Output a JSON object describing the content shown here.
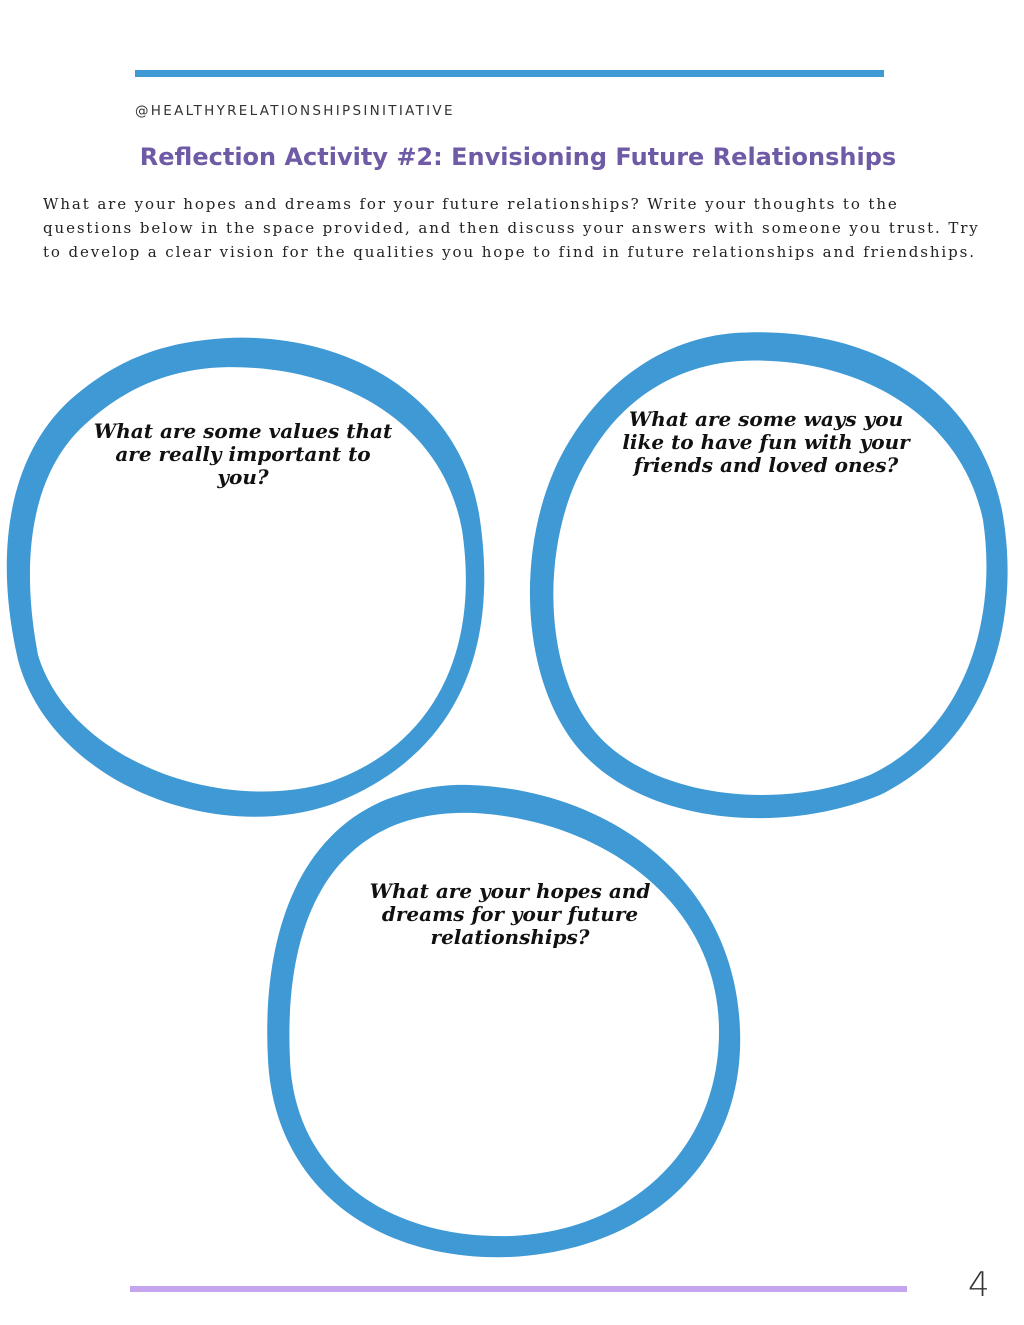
{
  "header": {
    "handle": "@HEALTHYRELATIONSHIPSINITIATIVE",
    "title": "Reflection Activity #2: Envisioning Future Relationships"
  },
  "intro": "What are your hopes and dreams for your future relationships? Write your thoughts to the questions below in the space provided, and then discuss your answers with someone you trust. Try to develop a clear vision for the qualities you hope to find in future relationships and friendships.",
  "questions": [
    {
      "text": "What are some values that are really important to you?"
    },
    {
      "text": "What are some ways you like to have fun with your friends and loved ones?"
    },
    {
      "text": "What are your hopes and dreams for your future relationships?"
    }
  ],
  "colors": {
    "ring_blue": "#3f99d5",
    "top_rule": "#3f99d5",
    "bottom_rule": "#c4a3ef",
    "title_purple": "#6e5aa5"
  },
  "footer": {
    "page_number": "4"
  }
}
